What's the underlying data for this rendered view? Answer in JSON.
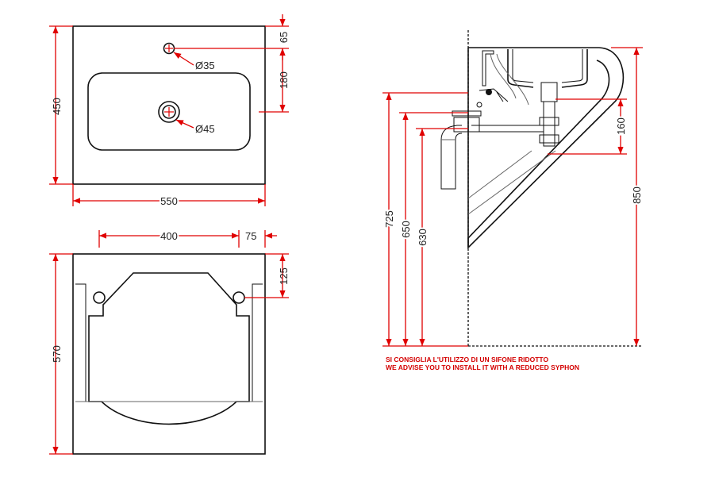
{
  "top_view": {
    "width": "550",
    "depth": "450",
    "tap_hole_offset": "65",
    "bowl_offset": "180",
    "tap_hole_diameter": "Ø35",
    "drain_diameter": "Ø45"
  },
  "bottom_view": {
    "depth": "570",
    "fixing_span": "400",
    "fixing_edge": "75",
    "fixing_offset": "125"
  },
  "side_view": {
    "height_725": "725",
    "height_650": "650",
    "height_630": "630",
    "height_160": "160",
    "height_850": "850"
  },
  "notes": {
    "italian": "SI CONSIGLIA L'UTILIZZO DI UN SIFONE RIDOTTO",
    "english": "WE ADVISE YOU TO INSTALL IT WITH A REDUCED SYPHON"
  },
  "colors": {
    "dimension_line": "#e00000",
    "outline": "#111111",
    "note_text": "#d40000"
  }
}
